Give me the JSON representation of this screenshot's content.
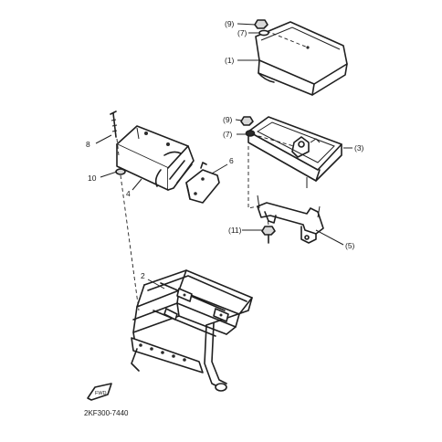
{
  "callouts": {
    "c9a": "(9)",
    "c7a": "(7)",
    "c1": "(1)",
    "c9b": "(9)",
    "c7b": "(7)",
    "c3": "(3)",
    "c8": "8",
    "c10": "10",
    "c4": "4",
    "c6": "6",
    "c11": "(11)",
    "c5": "(5)",
    "c2": "2"
  },
  "fwd_label": "FWD",
  "part_code": "2KF300-7440"
}
